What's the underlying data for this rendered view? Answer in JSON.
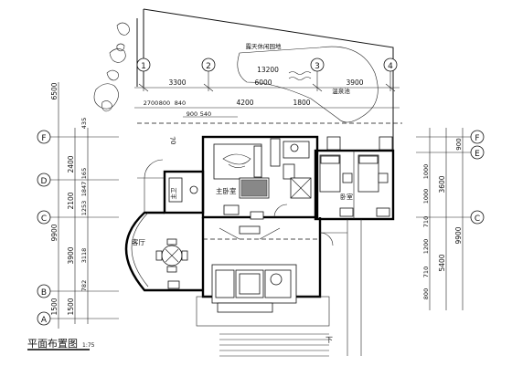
{
  "title": "平面布置图",
  "title_scale": "1:75",
  "labels": {
    "terrace": "露天休闲园地",
    "hot_spring": "温泉池",
    "master_bedroom": "主卧室",
    "master_bath": "主卫",
    "living_room": "客厅",
    "bedroom": "卧室",
    "stair_down": "下"
  },
  "axes": {
    "top": [
      "1",
      "2",
      "3",
      "4"
    ],
    "left": [
      "F",
      "D",
      "C",
      "B",
      "A"
    ],
    "right": [
      "F",
      "E",
      "C"
    ]
  },
  "dims_top": {
    "row1": [
      "3300",
      "6000",
      "3900"
    ],
    "overall": "13200",
    "row2": [
      "2700",
      "800",
      "840",
      "4200",
      "1800"
    ],
    "row3": [
      "900",
      "540"
    ],
    "small": "70"
  },
  "dims_left": {
    "outer": [
      "6500",
      "9900",
      "1500"
    ],
    "inner": [
      "2400",
      "2100",
      "3900",
      "1500"
    ],
    "fine": [
      "435",
      "1847",
      "1253",
      "3118",
      "782"
    ],
    "tiny": "165"
  },
  "dims_right": {
    "outer": [
      "900",
      "9900"
    ],
    "inner": [
      "3600",
      "5400"
    ],
    "fine": [
      "1000",
      "1000",
      "710",
      "1200",
      "710",
      "800"
    ]
  }
}
